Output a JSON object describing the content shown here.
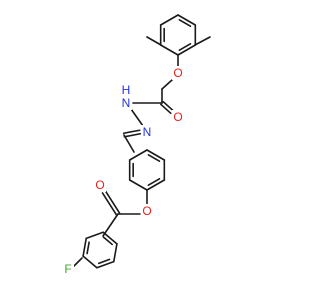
{
  "colors": {
    "carbon_bond": "#1a1a1a",
    "oxygen": "#e8231e",
    "nitrogen": "#2233dd",
    "fluorine": "#41a82d",
    "background": "#ffffff"
  },
  "atoms": {
    "o_ether": "O",
    "o_amide": "O",
    "n_amide_h": "N",
    "h_amide": "H",
    "n_imine": "N",
    "o_ester": "O",
    "o_carbonyl": "O",
    "f": "F"
  }
}
